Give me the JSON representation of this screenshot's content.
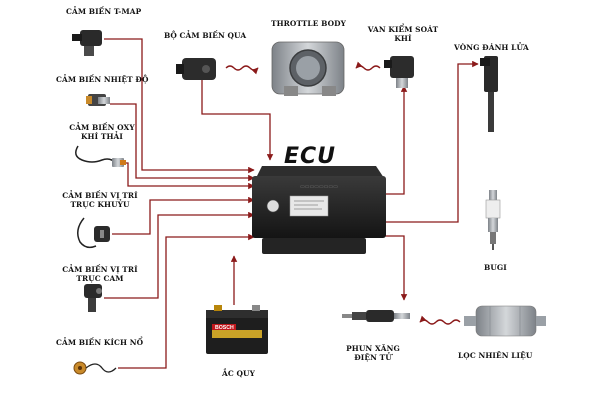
{
  "diagram": {
    "ecu": {
      "title": "ECU"
    },
    "labels": {
      "tmap": "CẢM BIẾN T-MAP",
      "coolant_temp": "CẢM BIẾN NHIỆT ĐỘ",
      "oxy_line1": "CẢM BIẾN OXY",
      "oxy_line2": "KHÍ THẢI",
      "crank_line1": "CẢM BIẾN VỊ TRÍ",
      "crank_line2": "TRỤC KHUỶU",
      "cam_line1": "CẢM BIẾN VỊ TRÍ",
      "cam_line2": "TRỤC CAM",
      "knock": "CẢM BIẾN KÍCH NỔ",
      "throttle_sensor": "BỘ CẢM BIẾN QUA",
      "throttle_body": "THROTTLE BODY",
      "idle_valve_line1": "VAN KIỂM SOÁT",
      "idle_valve_line2": "KHÍ",
      "ignition_coil": "VÒNG ĐÁNH LỬA",
      "spark_plug": "BUGI",
      "injector_line1": "PHUN XĂNG",
      "injector_line2": "ĐIỆN TỬ",
      "fuel_filter": "LỌC NHIÊN LIỆU",
      "battery": "ẮC QUY",
      "battery_brand": "BOSCH"
    },
    "colors": {
      "wire": "#8b1a1a",
      "ecu_body": "#1e1e1e",
      "component_dark": "#2a2a2a",
      "component_metal": "#a8acb0"
    }
  }
}
